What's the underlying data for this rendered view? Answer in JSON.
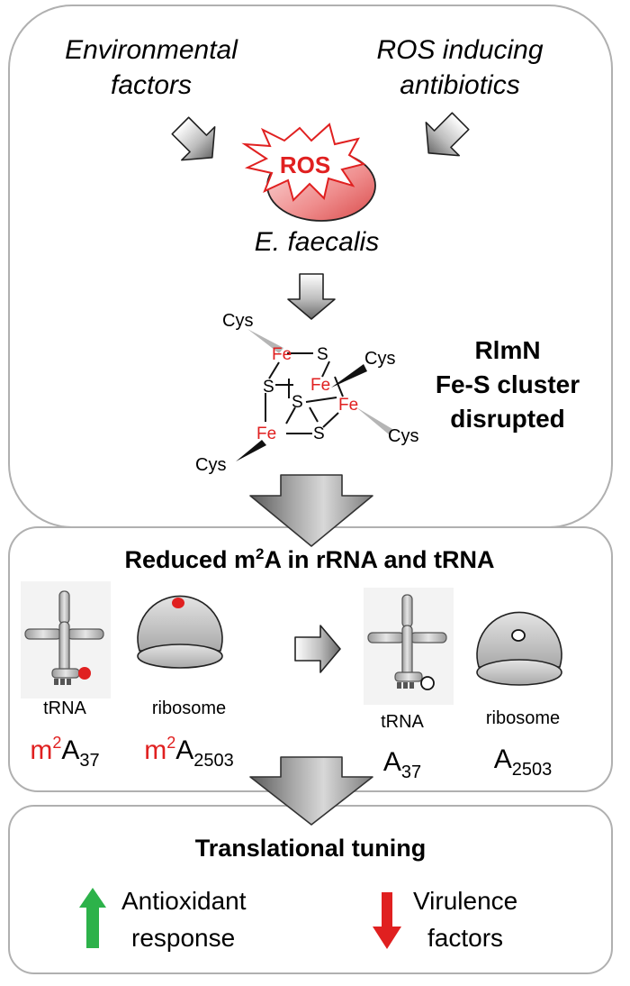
{
  "panel1": {
    "env_line1": "Environmental",
    "env_line2": "factors",
    "ros_ab_line1": "ROS inducing",
    "ros_ab_line2": "antibiotics",
    "ros_label": "ROS",
    "organism": "E. faecalis",
    "cluster": {
      "cys": "Cys",
      "fe": "Fe",
      "s": "S"
    },
    "status_line1": "RlmN",
    "status_line2": "Fe-S cluster",
    "status_line3": "disrupted"
  },
  "panel2": {
    "title_pre": "Reduced m",
    "title_sup": "2",
    "title_post": "A in rRNA and tRNA",
    "left_trna_label": "tRNA",
    "left_trna_mod": "m",
    "left_trna_sup": "2",
    "left_trna_base": "A",
    "left_trna_sub": "37",
    "left_ribo_label": "ribosome",
    "left_ribo_mod": "m",
    "left_ribo_sup": "2",
    "left_ribo_base": "A",
    "left_ribo_sub": "2503",
    "right_trna_label": "tRNA",
    "right_trna_base": "A",
    "right_trna_sub": "37",
    "right_ribo_label": "ribosome",
    "right_ribo_base": "A",
    "right_ribo_sub": "2503"
  },
  "panel3": {
    "title": "Translational tuning",
    "up_line1": "Antioxidant",
    "up_line2": "response",
    "down_line1": "Virulence",
    "down_line2": "factors"
  },
  "colors": {
    "red": "#e02020",
    "green": "#2db24a",
    "panel_border": "#b0b0b0"
  }
}
